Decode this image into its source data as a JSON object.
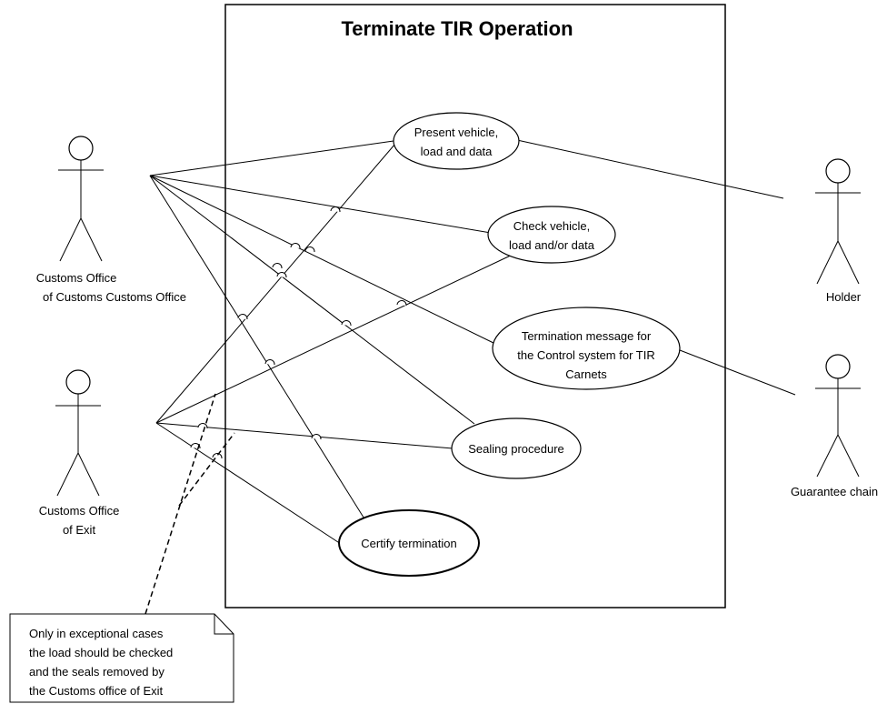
{
  "system": {
    "title": "Terminate TIR Operation"
  },
  "actors": {
    "customs_office_left": {
      "line1": "Customs Office",
      "line2": "of Customs Customs Office"
    },
    "customs_office_exit": {
      "line1": "Customs Office",
      "line2": "of Exit"
    },
    "holder": {
      "label": "Holder"
    },
    "guarantee_chain": {
      "label": "Guarantee chain"
    }
  },
  "use_cases": {
    "present": {
      "line1": "Present vehicle,",
      "line2": "load and data"
    },
    "check": {
      "line1": "Check vehicle,",
      "line2": "load and/or data"
    },
    "termination_message": {
      "line1": "Termination message for",
      "line2": "the Control system for TIR",
      "line3": "Carnets"
    },
    "sealing": {
      "label": "Sealing procedure"
    },
    "certify": {
      "label": "Certify termination"
    }
  },
  "note": {
    "line1": "Only in exceptional cases",
    "line2": "the load should be checked",
    "line3": "and the seals removed by",
    "line4": "the Customs office of Exit"
  }
}
